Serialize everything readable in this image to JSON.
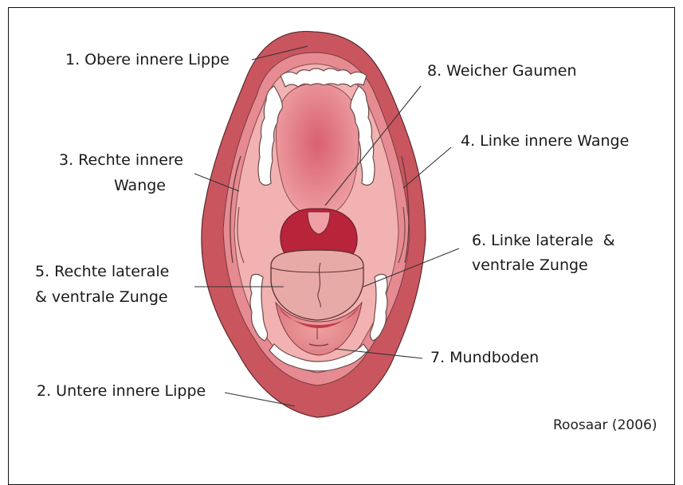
{
  "labels": {
    "upper_lip": "1. Obere innere Lippe",
    "lower_lip": "2. Untere innere Lippe",
    "right_cheek_1": "3. Rechte innere",
    "right_cheek_2": "Wange",
    "left_cheek": "4. Linke innere Wange",
    "right_tongue_1": "5. Rechte laterale",
    "right_tongue_2": "& ventrale Zunge",
    "left_tongue_1": "6. Linke laterale  &",
    "left_tongue_2": "ventrale Zunge",
    "floor": "7. Mundboden",
    "soft_palate": "8. Weicher Gaumen"
  },
  "credit": "Roosaar (2006)",
  "colors": {
    "lip_outer": "#c9555f",
    "lip_inner": "#e2838a",
    "mucosa": "#efa7a7",
    "palate": "#e7858c",
    "throat": "#b8243a",
    "tongue": "#e9a9a6",
    "teeth": "#ffffff",
    "line": "#3a2a2a"
  }
}
